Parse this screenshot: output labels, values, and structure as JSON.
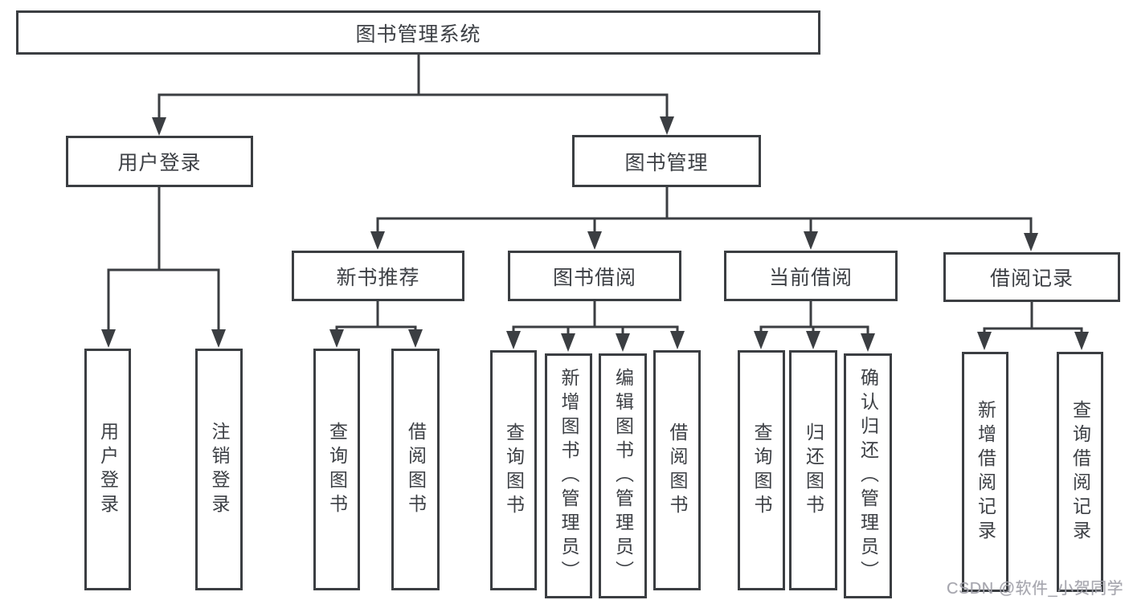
{
  "diagram_type": "hierarchy-tree",
  "colors": {
    "line": "#3b3e42",
    "box_border": "#3b3e42",
    "box_background": "#ffffff",
    "text": "#3d4045",
    "watermark": "#a1a1aa",
    "background": "#ffffff"
  },
  "nodes": {
    "root": {
      "id": "library-management-system",
      "label": "图书管理系统"
    },
    "level2": [
      {
        "id": "user-login",
        "label": "用户登录",
        "parent": "library-management-system"
      },
      {
        "id": "book-management",
        "label": "图书管理",
        "parent": "library-management-system"
      }
    ],
    "level3": [
      {
        "id": "new-book-recommend",
        "label": "新书推荐",
        "parent": "book-management"
      },
      {
        "id": "book-borrowing",
        "label": "图书借阅",
        "parent": "book-management"
      },
      {
        "id": "current-borrowing",
        "label": "当前借阅",
        "parent": "book-management"
      },
      {
        "id": "borrowing-records",
        "label": "借阅记录",
        "parent": "book-management"
      }
    ],
    "leaves": [
      {
        "id": "leaf-user-login",
        "label": "用户登录",
        "parent": "user-login"
      },
      {
        "id": "leaf-logout",
        "label": "注销登录",
        "parent": "user-login"
      },
      {
        "id": "leaf-query-books-recommend",
        "label": "查询图书",
        "parent": "new-book-recommend"
      },
      {
        "id": "leaf-borrow-books-recommend",
        "label": "借阅图书",
        "parent": "new-book-recommend"
      },
      {
        "id": "leaf-query-books-borrowing",
        "label": "查询图书",
        "parent": "book-borrowing"
      },
      {
        "id": "leaf-add-books-admin",
        "label": "新增图书（管理员）",
        "parent": "book-borrowing"
      },
      {
        "id": "leaf-edit-books-admin",
        "label": "编辑图书（管理员）",
        "parent": "book-borrowing"
      },
      {
        "id": "leaf-borrow-books-borrowing",
        "label": "借阅图书",
        "parent": "book-borrowing"
      },
      {
        "id": "leaf-query-books-current",
        "label": "查询图书",
        "parent": "current-borrowing"
      },
      {
        "id": "leaf-return-books",
        "label": "归还图书",
        "parent": "current-borrowing"
      },
      {
        "id": "leaf-confirm-return-admin",
        "label": "确认归还（管理员）",
        "parent": "current-borrowing"
      },
      {
        "id": "leaf-add-borrow-record",
        "label": "新增借阅记录",
        "parent": "borrowing-records"
      },
      {
        "id": "leaf-query-borrow-record",
        "label": "查询借阅记录",
        "parent": "borrowing-records"
      }
    ]
  },
  "watermark": {
    "text": "CSDN @软件_小贺同学"
  }
}
